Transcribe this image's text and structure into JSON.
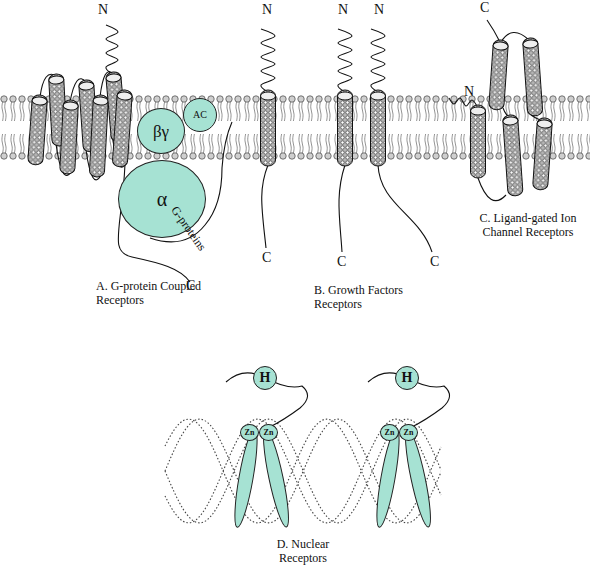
{
  "diagram": {
    "nodes": [
      {
        "text": [
          "α"
        ]
      },
      {
        "text": [
          "βγ"
        ]
      },
      {
        "text": [
          "AC"
        ]
      },
      {
        "text": [
          "H"
        ]
      },
      {
        "text": [
          "Zn"
        ]
      },
      {
        "text": [
          "Zn"
        ]
      },
      {
        "text": [
          "H"
        ]
      },
      {
        "text": [
          "Zn"
        ]
      },
      {
        "text": [
          "Zn"
        ]
      }
    ],
    "labels": [
      "N",
      "G-proteins",
      "C",
      "A. G-protein Coupled Receptors",
      "N",
      "N",
      "N",
      "C",
      "C",
      "C",
      "B. Growth Factors Receptors",
      "C",
      "N",
      "C. Ligand-gated Ion Channel Receptors",
      "D. Nuclear Receptors"
    ]
  }
}
